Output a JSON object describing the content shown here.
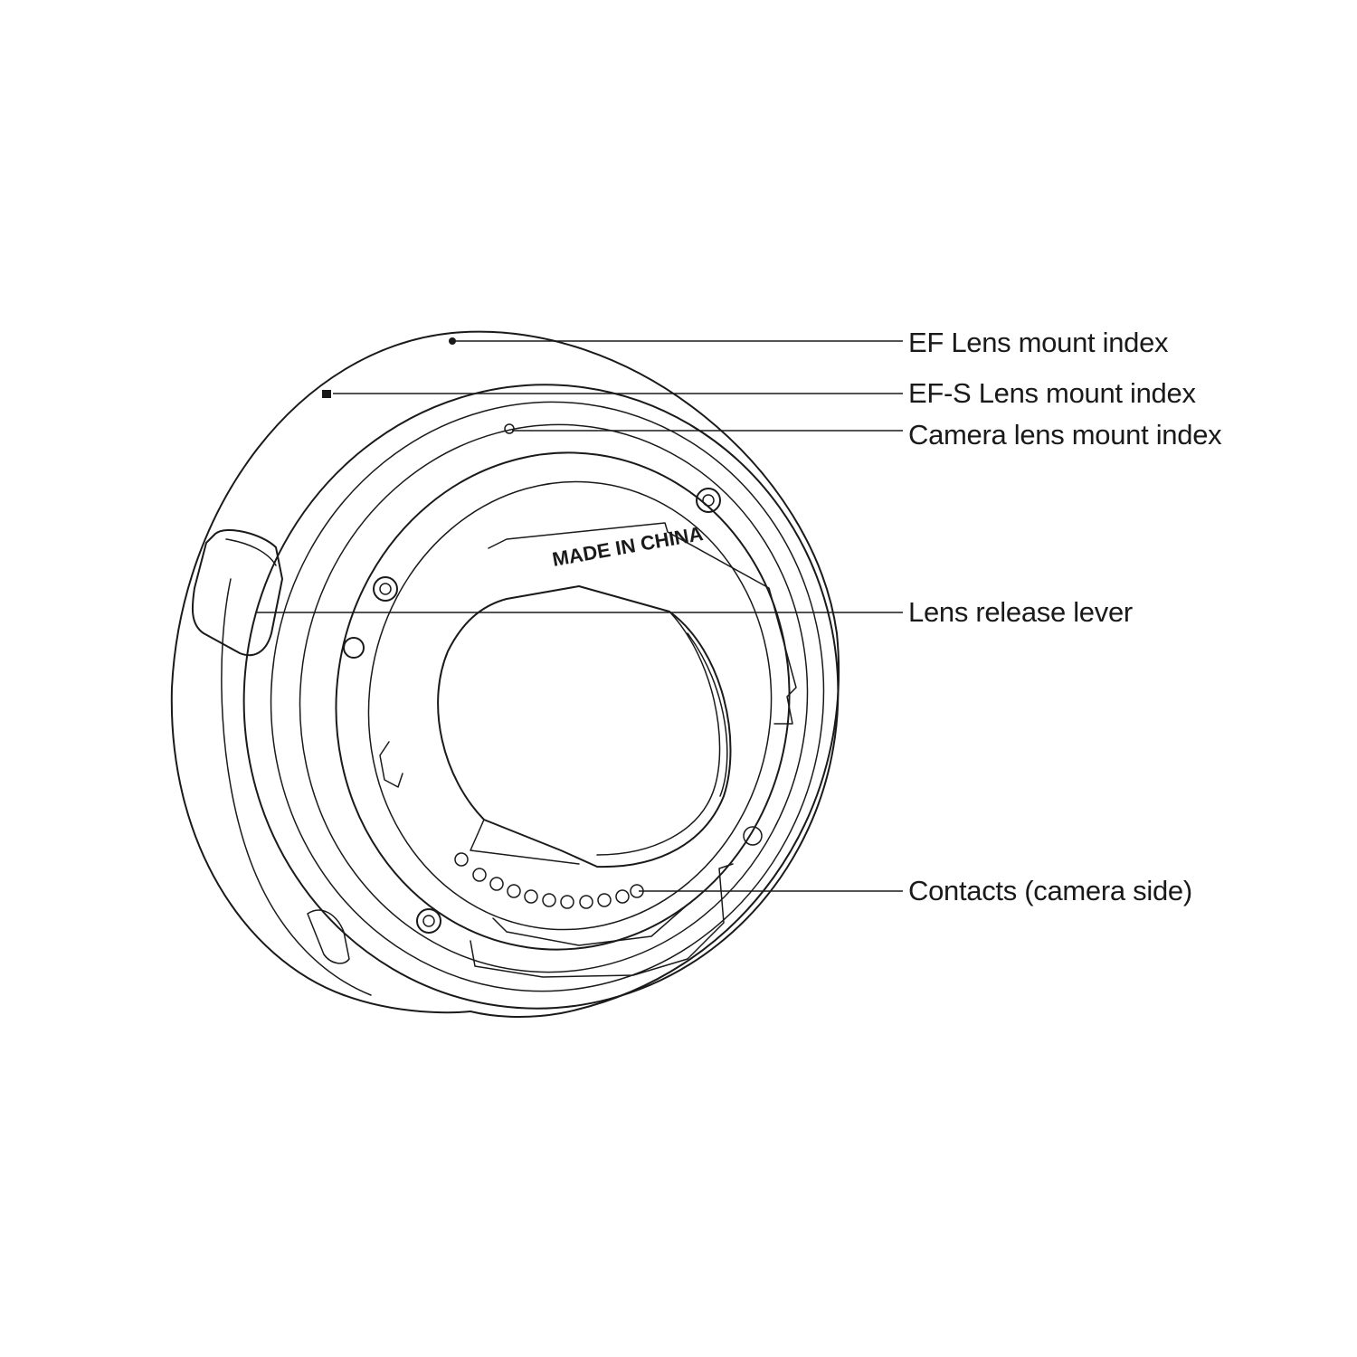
{
  "diagram": {
    "engraving": "MADE IN CHINA",
    "callouts": [
      {
        "id": "ef-index",
        "label": "EF Lens mount index"
      },
      {
        "id": "efs-index",
        "label": "EF-S Lens mount index"
      },
      {
        "id": "camera-index",
        "label": "Camera lens mount index"
      },
      {
        "id": "release-lever",
        "label": "Lens release lever"
      },
      {
        "id": "contacts",
        "label": "Contacts (camera side)"
      }
    ]
  }
}
